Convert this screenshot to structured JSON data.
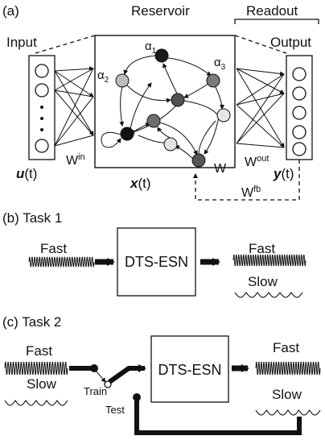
{
  "panel_a": {
    "label": "(a)",
    "reservoir_title": "Reservoir",
    "readout_title": "Readout",
    "input_title": "Input",
    "output_title": "Output",
    "alpha1": "α",
    "alpha1_sub": "1",
    "alpha2": "α",
    "alpha2_sub": "2",
    "alpha3": "α",
    "alpha3_sub": "3",
    "w_in_base": "W",
    "w_in_sup": "in",
    "w_base": "W",
    "w_out_base": "W",
    "w_out_sup": "out",
    "w_fb_base": "W",
    "w_fb_sup": "fb",
    "u_var": "u",
    "u_arg": "(t)",
    "x_var": "x",
    "x_arg": "(t)",
    "y_var": "y",
    "y_arg": "(t)"
  },
  "panel_b": {
    "label": "(b) Task 1",
    "fast_in": "Fast",
    "box": "DTS-ESN",
    "fast_out": "Fast",
    "slow_out": "Slow"
  },
  "panel_c": {
    "label": "(c) Task 2",
    "fast_in": "Fast",
    "slow_in": "Slow",
    "train": "Train",
    "test": "Test",
    "box": "DTS-ESN",
    "fast_out": "Fast",
    "slow_out": "Slow"
  }
}
